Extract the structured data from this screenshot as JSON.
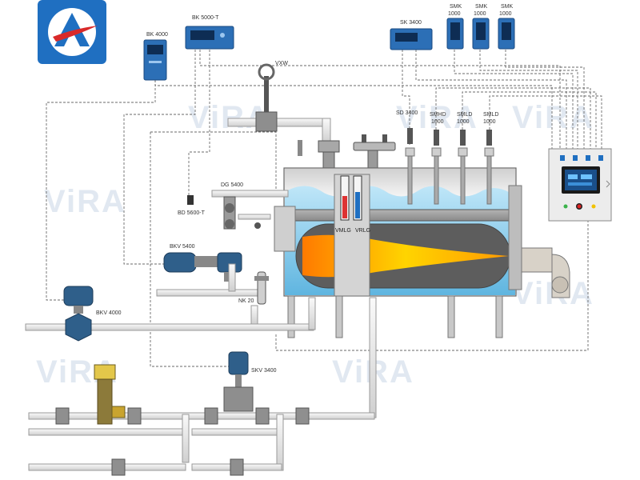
{
  "brand": {
    "watermark_text": "ViRA"
  },
  "instruments": {
    "bk4000": "BK 4000",
    "bk5000t": "BK 5000-T",
    "sk3400": "SK 3400",
    "smk_top": "SMK",
    "smk_num": "1000",
    "sd3400": "SD 3400",
    "smhd_top": "SMHD",
    "smhd_num": "1000",
    "smld_top": "SMLD",
    "smld_num": "1000",
    "vxw": "VXW",
    "dg5400": "DG 5400",
    "bd5600t": "BD 5600-T",
    "vmlg": "VMLG",
    "vrlg": "VRLG",
    "bkv5400": "BKV 5400",
    "nk20": "NK 20",
    "bkv4000": "BKV 4000",
    "skv3400": "SKV 3400"
  },
  "colors": {
    "pipe": "#e6e6e6",
    "pipe_edge": "#9a9a9a",
    "water": "#7fc8ea",
    "steam": "#d8d8d8",
    "flame": "#ffb300",
    "valve_blue": "#2f5f8a",
    "panel_screen": "#1a4f8a",
    "dashed_wire": "#666666"
  }
}
